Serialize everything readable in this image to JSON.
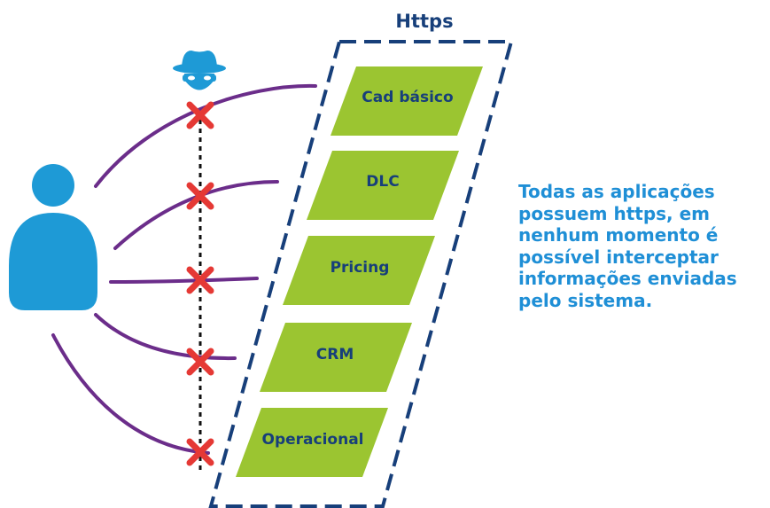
{
  "title": "Https",
  "boxes": [
    {
      "label": "Cad básico"
    },
    {
      "label": "DLC"
    },
    {
      "label": "Pricing"
    },
    {
      "label": "CRM"
    },
    {
      "label": "Operacional"
    }
  ],
  "note_lines": [
    "Todas as aplicações",
    "possuem https, em",
    "nenhum momento é",
    "possível interceptar",
    "informações enviadas",
    "pelo sistema."
  ],
  "colors": {
    "user": "#1e9ad6",
    "spy": "#1e9ad6",
    "connection": "#6b2d8a",
    "block_mark": "#e53935",
    "box_fill": "#9bc531",
    "box_text": "#173f7a",
    "dashed_border": "#173f7a",
    "note_text": "#1f8fd6"
  },
  "icons": [
    "user-icon",
    "spy-icon",
    "block-x-icon"
  ]
}
